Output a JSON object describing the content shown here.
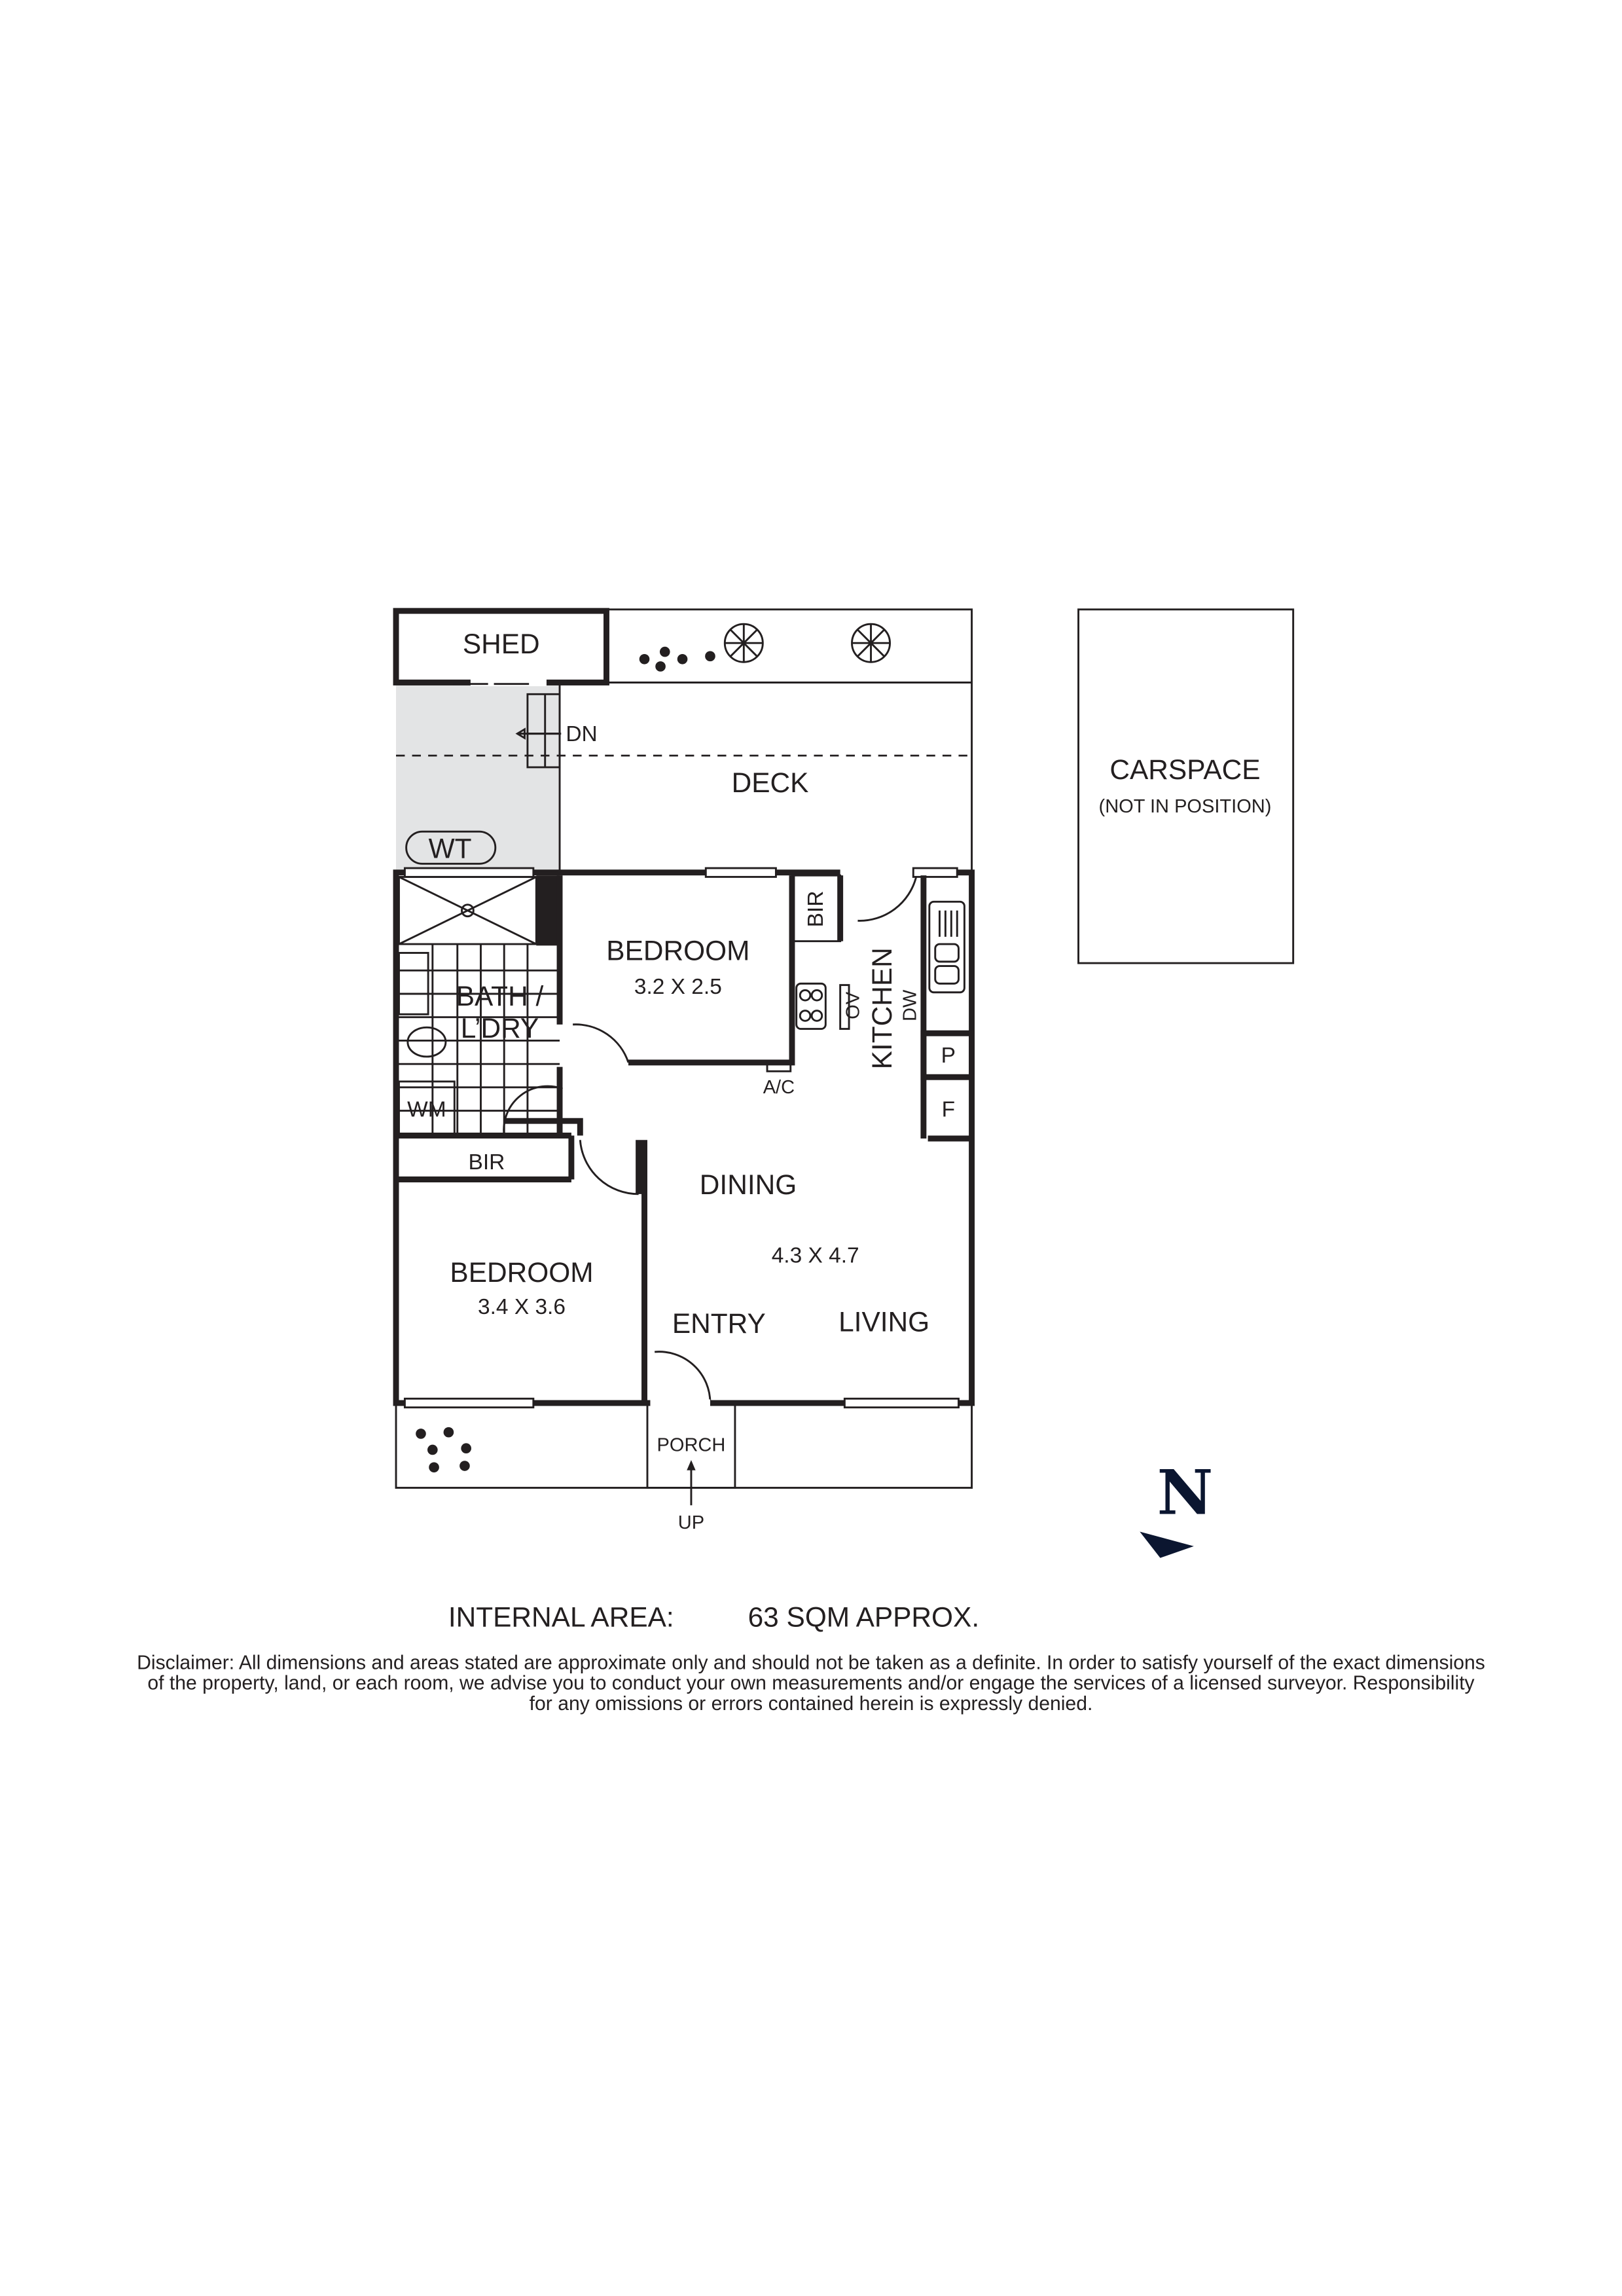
{
  "outdoor": {
    "shed": "SHED",
    "deck": "DECK",
    "down": "DN",
    "water_tank": "WT",
    "porch": "PORCH",
    "up": "UP"
  },
  "rooms": {
    "bedroom1": {
      "name": "BEDROOM",
      "size": "3.2 X 2.5",
      "robe": "BIR"
    },
    "bath": {
      "line1": "BATH /",
      "line2": "L’DRY",
      "washing_machine": "WM"
    },
    "kitchen": {
      "name": "KITCHEN",
      "oven": "OV",
      "dishwasher": "DW",
      "pantry": "P",
      "fridge": "F",
      "aircon": "A/C"
    },
    "bedroom2": {
      "name": "BEDROOM",
      "size": "3.4 X 3.6",
      "robe": "BIR"
    },
    "living": {
      "dining": "DINING",
      "size": "4.3 X 4.7",
      "entry": "ENTRY",
      "living": "LIVING"
    }
  },
  "carspace": {
    "name": "CARSPACE",
    "note": "(NOT IN POSITION)"
  },
  "north": {
    "label": "N"
  },
  "area": {
    "label": "INTERNAL AREA:",
    "value": "63 SQM APPROX."
  },
  "disclaimer": {
    "line1": "Disclaimer: All dimensions and areas stated are approximate only and should not be taken as a definite. In order to satisfy yourself of the exact dimensions",
    "line2": "of the property, land, or each room, we advise you to conduct your own measurements and/or engage the services of a licensed surveyor. Responsibility",
    "line3": "for any omissions or errors contained herein is expressly denied."
  },
  "colors": {
    "ink": "#231f20",
    "outdoor_fill": "#e6e7e8"
  }
}
